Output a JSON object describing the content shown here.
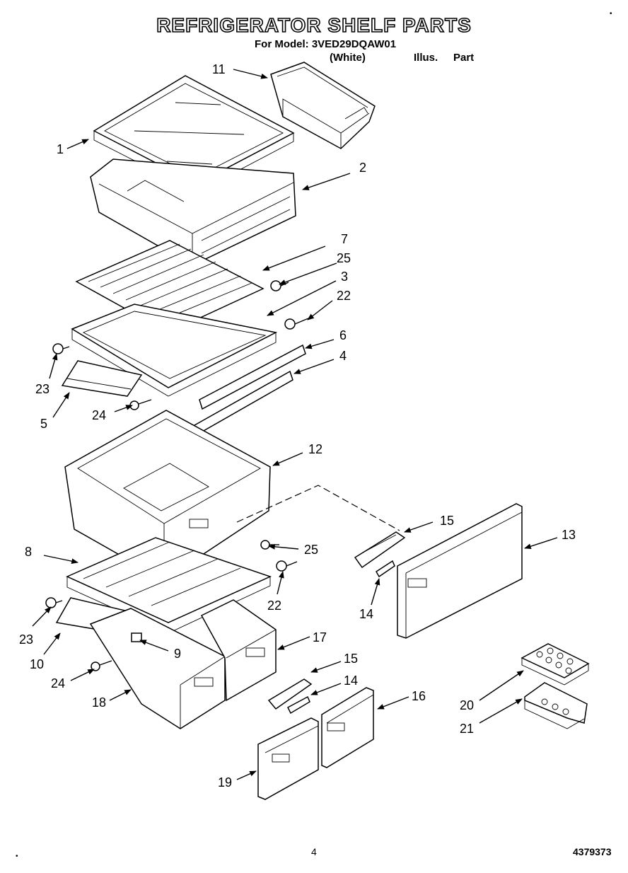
{
  "header": {
    "title": "REFRIGERATOR SHELF PARTS",
    "model_line": "For Model: 3VED29DQAW01",
    "variant": "(White)",
    "illus_label": "Illus.",
    "part_label": "Part"
  },
  "callouts": {
    "c1": "1",
    "c2": "2",
    "c3": "3",
    "c4": "4",
    "c5": "5",
    "c6": "6",
    "c7": "7",
    "c8": "8",
    "c9": "9",
    "c10": "10",
    "c11": "11",
    "c12": "12",
    "c13": "13",
    "c14a": "14",
    "c14b": "14",
    "c15a": "15",
    "c15b": "15",
    "c16": "16",
    "c17": "17",
    "c18": "18",
    "c19": "19",
    "c20": "20",
    "c21": "21",
    "c22a": "22",
    "c22b": "22",
    "c23a": "23",
    "c23b": "23",
    "c24a": "24",
    "c24b": "24",
    "c25a": "25",
    "c25b": "25"
  },
  "footer": {
    "page_number": "4",
    "document_number": "4379373"
  }
}
